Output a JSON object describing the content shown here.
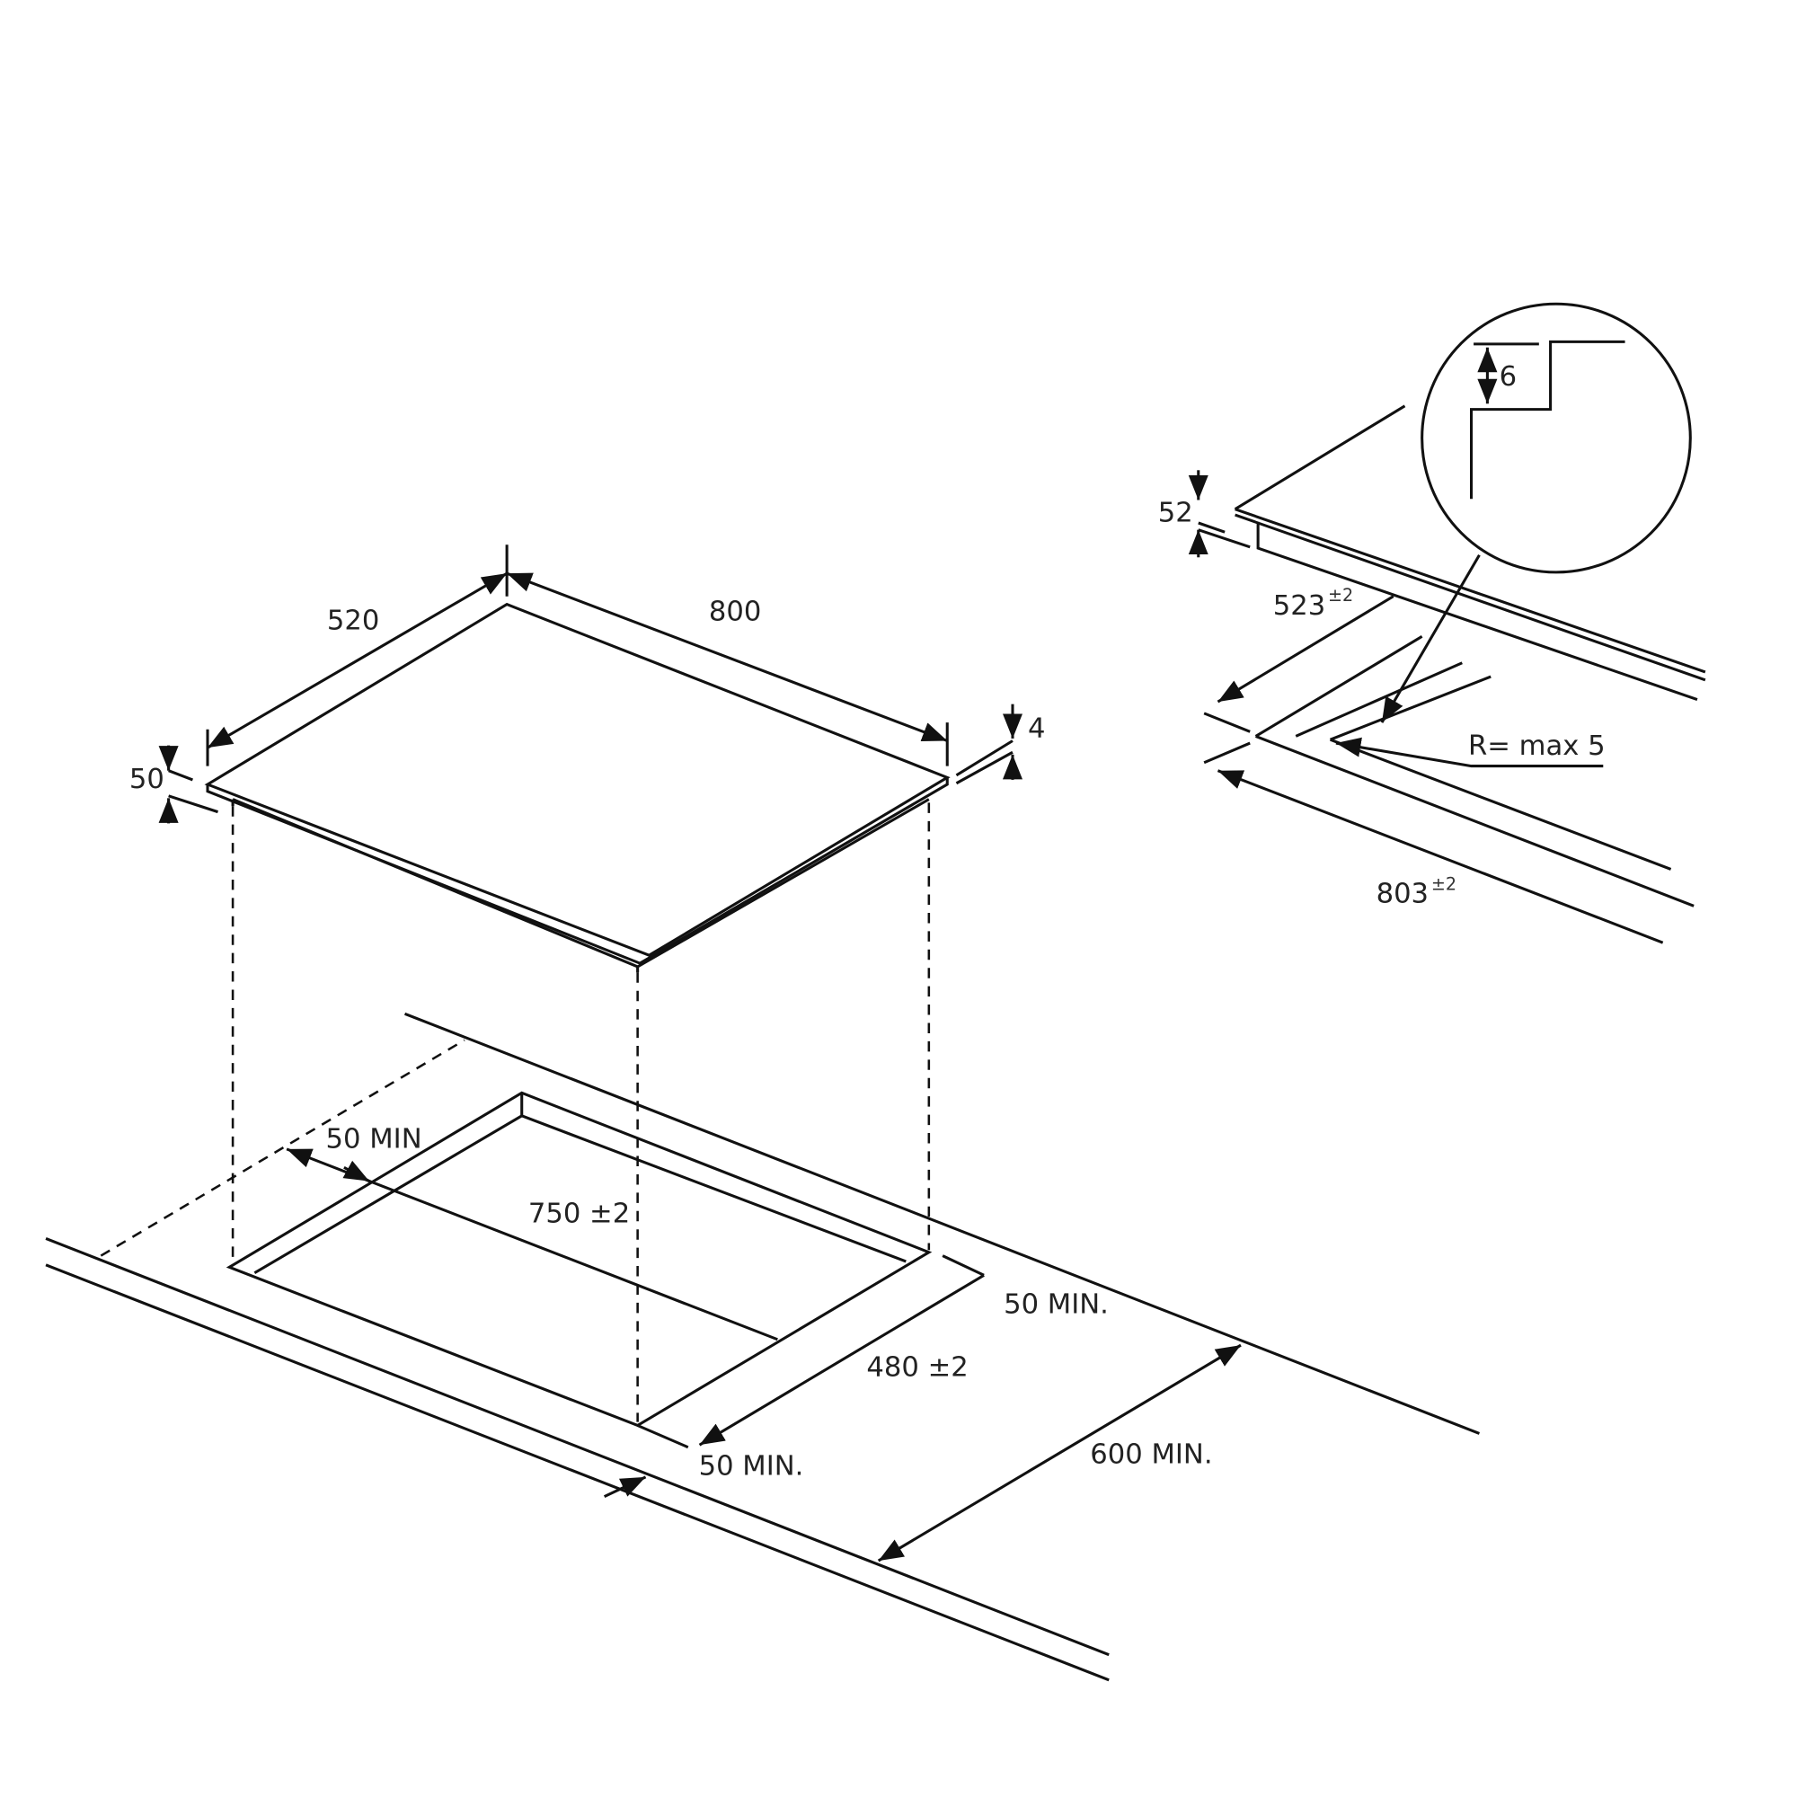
{
  "labels": {
    "depth": "520",
    "width": "800",
    "front_height": "50",
    "glass_thickness": "4",
    "side_height": "52",
    "cutout_depth_detail": "523",
    "cutout_depth_tol": "±2",
    "cutout_width_detail": "803",
    "cutout_width_tol": "±2",
    "step": "6",
    "radius": "R= max 5",
    "back_clearance": "50 MIN",
    "cutout_width": "750 ±2",
    "side_clearance": "50 MIN.",
    "cutout_depth": "480 ±2",
    "front_clearance": "50 MIN.",
    "worktop_depth": "600 MIN."
  },
  "colors": {
    "line": "#111111",
    "background": "#ffffff"
  }
}
